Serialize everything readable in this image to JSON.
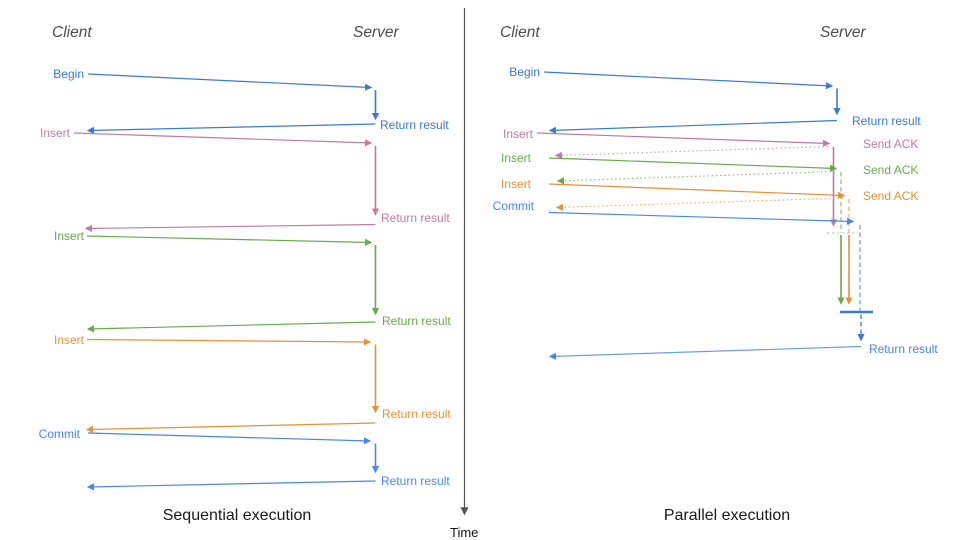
{
  "left": {
    "heading_client": "Client",
    "heading_server": "Server",
    "title": "Sequential execution",
    "messages": [
      {
        "request": "Begin",
        "response": "Return result",
        "color": "#3c78d8"
      },
      {
        "request": "Insert",
        "response": "Return result",
        "color": "#c27ba0"
      },
      {
        "request": "Insert",
        "response": "Return result",
        "color": "#6aa84f"
      },
      {
        "request": "Insert",
        "response": "Return result",
        "color": "#e69138"
      },
      {
        "request": "Commit",
        "response": "Return result",
        "color": "#4a86e8"
      }
    ]
  },
  "right": {
    "heading_client": "Client",
    "heading_server": "Server",
    "title": "Parallel execution",
    "messages": [
      {
        "request": "Begin",
        "response": "Return result",
        "color": "#3c78d8"
      },
      {
        "request": "Insert",
        "response": "Send ACK",
        "color": "#c27ba0"
      },
      {
        "request": "Insert",
        "response": "Send ACK",
        "color": "#6aa84f"
      },
      {
        "request": "Insert",
        "response": "Send ACK",
        "color": "#e69138"
      },
      {
        "request": "Commit",
        "response": "",
        "color": "#4a86e8"
      }
    ],
    "final_response": "Return result"
  },
  "time_axis": {
    "label": "Time"
  },
  "colors": {
    "blue": "#3c78d8",
    "commit_blue": "#4a86e8",
    "pink": "#c27ba0",
    "green": "#6aa84f",
    "orange": "#e69138",
    "pale_pink": "#d5a6bd",
    "pale_green": "#93c47d",
    "pale_orange": "#f6b26b",
    "pale_blue": "#6d9eeb",
    "sync_line": "#a4c2f4",
    "axis": "#555555",
    "heading": "#4d4d4d",
    "title": "#1a1a1a",
    "time_label": "#111111"
  }
}
